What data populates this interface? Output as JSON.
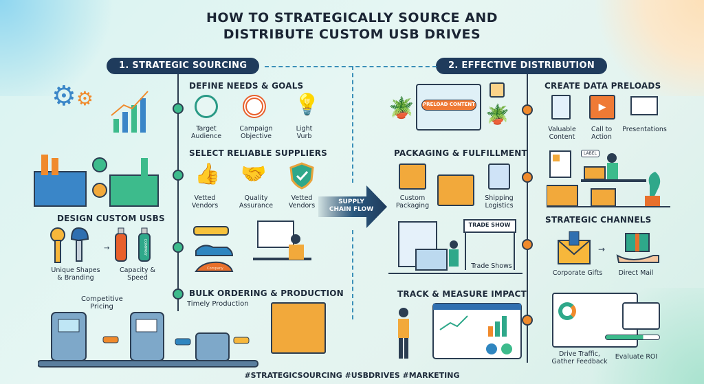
{
  "title": {
    "line1": "HOW TO STRATEGICALLY SOURCE AND",
    "line2": "DISTRIBUTE CUSTOM USB DRIVES"
  },
  "sourcing": {
    "header": "1. STRATEGIC SOURCING",
    "define": {
      "title": "DEFINE NEEDS & GOALS",
      "items": [
        "Target Audience",
        "Campaign Objective",
        "Light Vurb"
      ]
    },
    "suppliers": {
      "title": "SELECT RELIABLE SUPPLIERS",
      "items": [
        "Vetted Vendors",
        "Quality Assurance",
        "Vetted Vendors"
      ]
    },
    "design": {
      "title": "DESIGN CUSTOM USBS",
      "items": [
        "Unique Shapes & Branding",
        "Capacity & Speed"
      ],
      "usb_brand": "COMPANY",
      "car_brand": "Company"
    },
    "bulk": {
      "title": "BULK ORDERING & PRODUCTION",
      "subtitle": "Timely Production",
      "pricing": "Competitive Pricing"
    }
  },
  "flow_arrow": {
    "label": "SUPPLY CHAIN FLOW"
  },
  "distribution": {
    "header": "2. EFFECTIVE DISTRIBUTION",
    "preload_button": "PRELOAD CONTENT",
    "preloads": {
      "title": "CREATE DATA PRELOADS",
      "items": [
        "Valuable Content",
        "Call to Action",
        "Presentations"
      ]
    },
    "packaging": {
      "title": "PACKAGING & FULFILLMENT",
      "items": [
        "Custom Packaging",
        "Shipping Logistics"
      ],
      "label_tag": "LABEL"
    },
    "tradeshow": {
      "sign": "TRADE SHOW",
      "caption": "Trade Shows"
    },
    "channels": {
      "title": "STRATEGIC CHANNELS",
      "items": [
        "Corporate Gifts",
        "Direct Mail"
      ]
    },
    "track": {
      "title": "TRACK & MEASURE IMPACT",
      "items": [
        "Drive Traffic, Gather Feedback",
        "Evaluate ROI"
      ]
    }
  },
  "footer": "#STRATEGICSOURCING #USBDRIVES #MARKETING",
  "colors": {
    "navy": "#1f3b5c",
    "green": "#3dbb8c",
    "orange": "#f08a2c"
  }
}
